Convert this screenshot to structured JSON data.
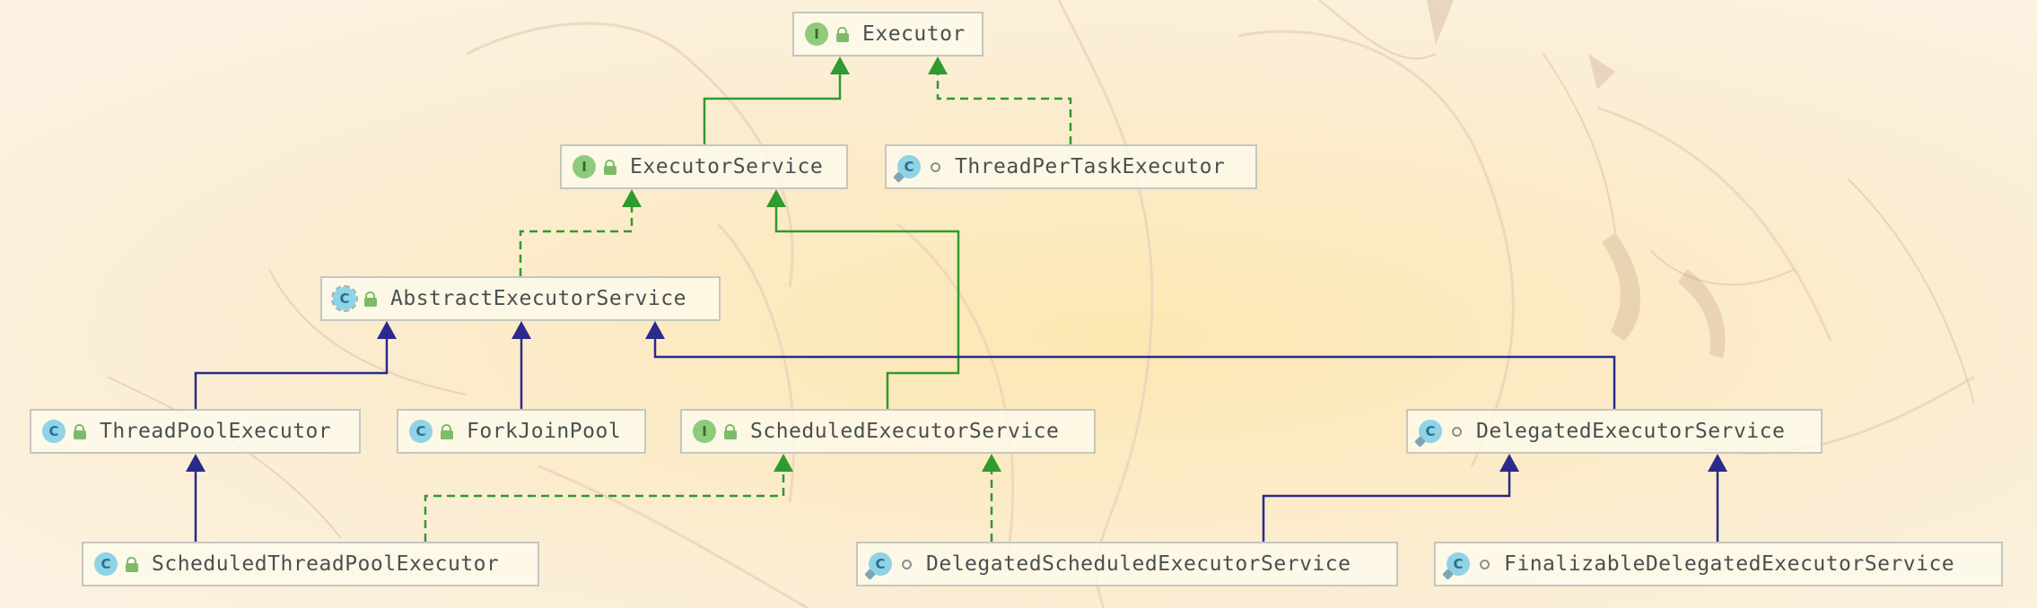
{
  "diagram": {
    "nodes": [
      {
        "id": "executor",
        "name": "Executor",
        "kind": "I",
        "visibility": "public",
        "modifier": ""
      },
      {
        "id": "executor-service",
        "name": "ExecutorService",
        "kind": "I",
        "visibility": "public",
        "modifier": ""
      },
      {
        "id": "thread-per-task-executor",
        "name": "ThreadPerTaskExecutor",
        "kind": "C",
        "visibility": "package",
        "modifier": "static"
      },
      {
        "id": "abstract-executor-service",
        "name": "AbstractExecutorService",
        "kind": "C",
        "visibility": "public",
        "modifier": "abstract"
      },
      {
        "id": "thread-pool-executor",
        "name": "ThreadPoolExecutor",
        "kind": "C",
        "visibility": "public",
        "modifier": ""
      },
      {
        "id": "fork-join-pool",
        "name": "ForkJoinPool",
        "kind": "C",
        "visibility": "public",
        "modifier": ""
      },
      {
        "id": "scheduled-executor-service",
        "name": "ScheduledExecutorService",
        "kind": "I",
        "visibility": "public",
        "modifier": ""
      },
      {
        "id": "delegated-executor-service",
        "name": "DelegatedExecutorService",
        "kind": "C",
        "visibility": "package",
        "modifier": "static"
      },
      {
        "id": "scheduled-thread-pool-executor",
        "name": "ScheduledThreadPoolExecutor",
        "kind": "C",
        "visibility": "public",
        "modifier": ""
      },
      {
        "id": "delegated-scheduled-executor-service",
        "name": "DelegatedScheduledExecutorService",
        "kind": "C",
        "visibility": "package",
        "modifier": "static"
      },
      {
        "id": "finalizable-delegated-executor-service",
        "name": "FinalizableDelegatedExecutorService",
        "kind": "C",
        "visibility": "package",
        "modifier": "static"
      }
    ],
    "edges": [
      {
        "from": "executor-service",
        "to": "executor",
        "relation": "extends-interface"
      },
      {
        "from": "thread-per-task-executor",
        "to": "executor",
        "relation": "implements"
      },
      {
        "from": "abstract-executor-service",
        "to": "executor-service",
        "relation": "implements"
      },
      {
        "from": "scheduled-executor-service",
        "to": "executor-service",
        "relation": "extends-interface"
      },
      {
        "from": "thread-pool-executor",
        "to": "abstract-executor-service",
        "relation": "extends"
      },
      {
        "from": "fork-join-pool",
        "to": "abstract-executor-service",
        "relation": "extends"
      },
      {
        "from": "delegated-executor-service",
        "to": "abstract-executor-service",
        "relation": "extends"
      },
      {
        "from": "scheduled-thread-pool-executor",
        "to": "thread-pool-executor",
        "relation": "extends"
      },
      {
        "from": "scheduled-thread-pool-executor",
        "to": "scheduled-executor-service",
        "relation": "implements"
      },
      {
        "from": "delegated-scheduled-executor-service",
        "to": "scheduled-executor-service",
        "relation": "implements"
      },
      {
        "from": "delegated-scheduled-executor-service",
        "to": "delegated-executor-service",
        "relation": "extends"
      },
      {
        "from": "finalizable-delegated-executor-service",
        "to": "delegated-executor-service",
        "relation": "extends"
      }
    ]
  },
  "colors": {
    "extends": "#2a2a8c",
    "implements": "#2f9a2f",
    "node_border": "#c6c6c0",
    "background": "#fbf0da"
  }
}
